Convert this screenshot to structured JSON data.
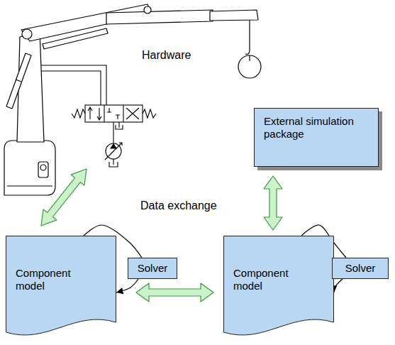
{
  "diagram": {
    "nodes": [
      {
        "text": [
          "External simulation package"
        ]
      },
      {
        "text": [
          "Component model"
        ]
      },
      {
        "text": [
          "Solver"
        ]
      },
      {
        "text": [
          "Component model"
        ]
      },
      {
        "text": [
          "Solver"
        ]
      }
    ],
    "edges": [
      {
        "from": 0,
        "to": 3,
        "arrow": "both"
      },
      {
        "from": 1,
        "to": 3,
        "arrow": "both"
      },
      {
        "from": 1,
        "to": 2,
        "arrow": "none"
      },
      {
        "from": 2,
        "to": 1,
        "arrow": "to"
      },
      {
        "from": 3,
        "to": 4,
        "arrow": "none"
      },
      {
        "from": 4,
        "to": 3,
        "arrow": "to"
      }
    ],
    "labels": [
      "Hardware",
      "Data exchange"
    ]
  }
}
